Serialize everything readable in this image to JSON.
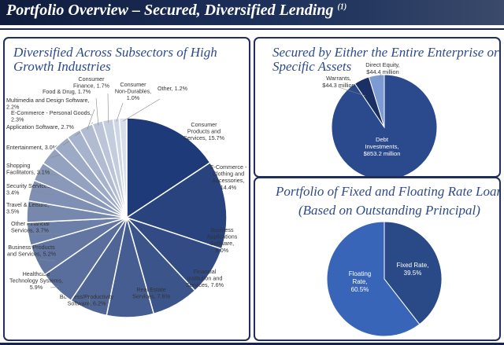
{
  "header": {
    "title": "Portfolio Overview – Secured, Diversified Lending",
    "footnote": "(1)"
  },
  "panels": {
    "left_title": "Diversified Across Subsectors of High Growth Industries",
    "secured_title_1": "Secured by Either the Entire Enterprise or",
    "secured_title_2": "Specific Assets",
    "rate_title_1": "Portfolio of Fixed and Floating Rate Loans",
    "rate_title_2": "(Based on Outstanding Principal)"
  },
  "colors": {
    "navy": "#1f3a73",
    "accent_text": "#2c4a8c",
    "header": "#15254a"
  },
  "chart_data": [
    {
      "type": "pie",
      "title": "Diversified Across Subsectors of High Growth Industries",
      "slices": [
        {
          "label": "Consumer Products and Services, 15.7%",
          "value": 15.7
        },
        {
          "label": "E-Commerce - Clothing and Accessories, 14.4%",
          "value": 14.4
        },
        {
          "label": "Business Applications Software, 8.0%",
          "value": 8.0
        },
        {
          "label": "Financial Institution and Services, 7.6%",
          "value": 7.6
        },
        {
          "label": "Real Estate Services, 7.6%",
          "value": 7.6
        },
        {
          "label": "Business/Productivity Software, 6.2%",
          "value": 6.2
        },
        {
          "label": "Healthcare Technology Systems, 5.9%",
          "value": 5.9
        },
        {
          "label": "Business Products and Services, 5.2%",
          "value": 5.2
        },
        {
          "label": "Other Financial Services, 3.7%",
          "value": 3.7
        },
        {
          "label": "Travel & Leisure, 3.5%",
          "value": 3.5
        },
        {
          "label": "Security Services, 3.4%",
          "value": 3.4
        },
        {
          "label": "Shopping Facilitators, 3.1%",
          "value": 3.1
        },
        {
          "label": "Entertainment, 3.0%",
          "value": 3.0
        },
        {
          "label": "Application Software, 2.7%",
          "value": 2.7
        },
        {
          "label": "E-Commerce - Personal Goods, 2.3%",
          "value": 2.3
        },
        {
          "label": "Multimedia and Design Software, 2.2%",
          "value": 2.2
        },
        {
          "label": "Food & Drug, 1.7%",
          "value": 1.7
        },
        {
          "label": "Consumer Finance, 1.7%",
          "value": 1.7
        },
        {
          "label": "Consumer Non-Durables, 1.0%",
          "value": 1.0
        },
        {
          "label": "Other, 1.2%",
          "value": 1.2
        }
      ]
    },
    {
      "type": "pie",
      "title": "Secured by Either the Entire Enterprise or Specific Assets",
      "slices": [
        {
          "label": "Debt Investments, $853.2 million",
          "value": 853.2
        },
        {
          "label": "Warrants, $44.3 million",
          "value": 44.3
        },
        {
          "label": "Direct Equity, $44.4 million",
          "value": 44.4
        }
      ]
    },
    {
      "type": "pie",
      "title": "Portfolio of Fixed and Floating Rate Loans (Based on Outstanding Principal)",
      "slices": [
        {
          "label": "Fixed Rate, 39.5%",
          "value": 39.5
        },
        {
          "label": "Floating Rate, 60.5%",
          "value": 60.5
        }
      ]
    }
  ]
}
